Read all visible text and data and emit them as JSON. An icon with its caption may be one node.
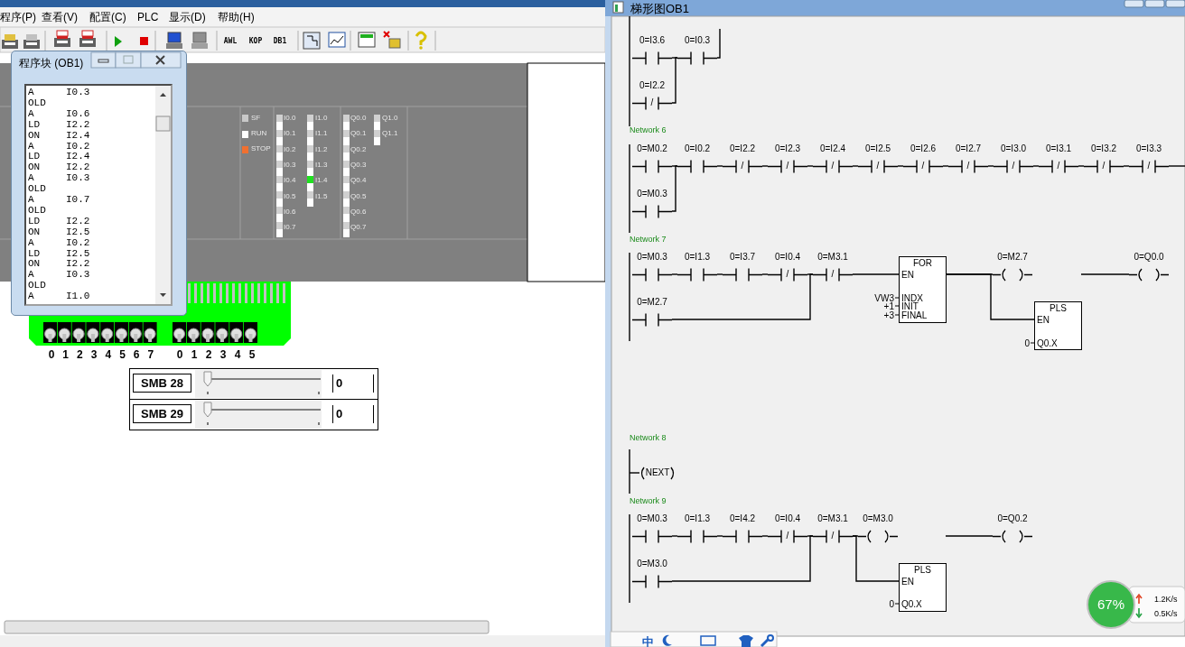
{
  "diagram": {
    "nodes": [
      {
        "text": [
          "0=I3.6"
        ]
      },
      {
        "text": [
          "0=I0.3"
        ]
      },
      {
        "text": [
          "0=I2.2",
          "/"
        ]
      },
      {
        "text": [
          "0=M0.2"
        ]
      },
      {
        "text": [
          "0=I0.2"
        ]
      },
      {
        "text": [
          "0=I2.2",
          "/"
        ]
      },
      {
        "text": [
          "0=I2.3",
          "/"
        ]
      },
      {
        "text": [
          "0=I2.4",
          "/"
        ]
      },
      {
        "text": [
          "0=I2.5",
          "/"
        ]
      },
      {
        "text": [
          "0=I2.6",
          "/"
        ]
      },
      {
        "text": [
          "0=I2.7",
          "/"
        ]
      },
      {
        "text": [
          "0=I3.0",
          "/"
        ]
      },
      {
        "text": [
          "0=I3.1",
          "/"
        ]
      },
      {
        "text": [
          "0=I3.2",
          "/"
        ]
      },
      {
        "text": [
          "0=I3.3",
          "/"
        ]
      },
      {
        "text": [
          "0=M0.3"
        ]
      },
      {
        "text": [
          "0=M0.3"
        ]
      },
      {
        "text": [
          "0=I1.3"
        ]
      },
      {
        "text": [
          "0=I3.7"
        ]
      },
      {
        "text": [
          "0=I0.4",
          "/"
        ]
      },
      {
        "text": [
          "0=M3.1",
          "/"
        ]
      },
      {
        "text": [
          "0=M2.7"
        ]
      },
      {
        "text": [
          "FOR",
          "EN",
          "INDX",
          "INIT",
          "FINAL"
        ],
        "beside": [
          "VW3",
          "+1",
          "+3"
        ]
      },
      {
        "text": [
          "0=M2.7"
        ]
      },
      {
        "text": [
          "PLS",
          "EN",
          "Q0.X"
        ],
        "beside": [
          "0"
        ]
      },
      {
        "text": [
          "0=Q0.0"
        ]
      },
      {
        "text": [
          "NEXT"
        ]
      },
      {
        "text": [
          "0=M0.3"
        ]
      },
      {
        "text": [
          "0=I1.3"
        ]
      },
      {
        "text": [
          "0=I4.2"
        ]
      },
      {
        "text": [
          "0=I0.4",
          "/"
        ]
      },
      {
        "text": [
          "0=M3.1",
          "/"
        ]
      },
      {
        "text": [
          "0=M3.0"
        ]
      },
      {
        "text": [
          "0=M3.0"
        ]
      },
      {
        "text": [
          "PLS",
          "EN",
          "Q0.X"
        ],
        "beside": [
          "0"
        ]
      },
      {
        "text": [
          "0=Q0.2"
        ]
      }
    ],
    "edges": [
      {
        "from": 0,
        "to": 1,
        "arrow": "none"
      },
      {
        "from": 2,
        "to": 1,
        "arrow": "none"
      },
      {
        "from": 1,
        "to": null,
        "arrow": "none"
      },
      {
        "from": 3,
        "to": 4,
        "arrow": "none"
      },
      {
        "from": 4,
        "to": 5,
        "arrow": "none"
      },
      {
        "from": 5,
        "to": 6,
        "arrow": "none"
      },
      {
        "from": 6,
        "to": 7,
        "arrow": "none"
      },
      {
        "from": 7,
        "to": 8,
        "arrow": "none"
      },
      {
        "from": 8,
        "to": 9,
        "arrow": "none"
      },
      {
        "from": 9,
        "to": 10,
        "arrow": "none"
      },
      {
        "from": 10,
        "to": 11,
        "arrow": "none"
      },
      {
        "from": 11,
        "to": 12,
        "arrow": "none"
      },
      {
        "from": 12,
        "to": 13,
        "arrow": "none"
      },
      {
        "from": 13,
        "to": 14,
        "arrow": "none"
      },
      {
        "from": 15,
        "to": 4,
        "arrow": "none"
      },
      {
        "from": 14,
        "to": null,
        "arrow": "none"
      },
      {
        "from": 16,
        "to": 17,
        "arrow": "none"
      },
      {
        "from": 17,
        "to": 18,
        "arrow": "none"
      },
      {
        "from": 18,
        "to": 19,
        "arrow": "none"
      },
      {
        "from": 19,
        "to": 20,
        "arrow": "none"
      },
      {
        "from": 21,
        "to": 20,
        "arrow": "none"
      },
      {
        "from": 20,
        "to": 22,
        "arrow": "none"
      },
      {
        "from": 22,
        "to": 23,
        "arrow": "none"
      },
      {
        "from": 22,
        "to": 24,
        "arrow": "none"
      },
      {
        "from": null,
        "to": 25,
        "arrow": "none"
      },
      {
        "from": null,
        "to": 26,
        "arrow": "none"
      },
      {
        "from": 27,
        "to": 28,
        "arrow": "none"
      },
      {
        "from": 28,
        "to": 29,
        "arrow": "none"
      },
      {
        "from": 29,
        "to": 30,
        "arrow": "none"
      },
      {
        "from": 30,
        "to": 31,
        "arrow": "none"
      },
      {
        "from": 32,
        "to": 31,
        "arrow": "none"
      },
      {
        "from": 31,
        "to": 33,
        "arrow": "none"
      },
      {
        "from": 31,
        "to": 34,
        "arrow": "none"
      },
      {
        "from": null,
        "to": 35,
        "arrow": "none"
      }
    ],
    "labels": [
      "程序(P)",
      "查看(V)",
      "配置(C)",
      "PLC",
      "显示(D)",
      "帮助(H)",
      "AWL",
      "KOP",
      "DB1",
      "程序块 (OB1)",
      "A",
      "I0.3",
      "OLD",
      "A",
      "I0.6",
      "LD",
      "I2.2",
      "ON",
      "I2.4",
      "A",
      "I0.2",
      "LD",
      "I2.4",
      "ON",
      "I2.2",
      "A",
      "I0.3",
      "OLD",
      "A",
      "I0.7",
      "OLD",
      "LD",
      "I2.2",
      "ON",
      "I2.5",
      "A",
      "I0.2",
      "LD",
      "I2.5",
      "ON",
      "I2.2",
      "A",
      "I0.3",
      "OLD",
      "A",
      "I1.0",
      "SF",
      "RUN",
      "STOP",
      "I0.0",
      "I0.1",
      "I0.2",
      "I0.3",
      "I0.4",
      "I0.5",
      "I0.6",
      "I0.7",
      "I1.0",
      "I1.1",
      "I1.2",
      "I1.3",
      "I1.4",
      "I1.5",
      "Q0.0",
      "Q0.1",
      "Q0.2",
      "Q0.3",
      "Q0.4",
      "Q0.5",
      "Q0.6",
      "Q0.7",
      "Q1.0",
      "Q1.1",
      "0",
      "1",
      "2",
      "3",
      "4",
      "5",
      "6",
      "7",
      "0",
      "1",
      "2",
      "3",
      "4",
      "5",
      "SMB 28",
      "0",
      "SMB 29",
      "0",
      "梯形图OB1",
      "Network 6",
      "Network 7",
      "Network 8",
      "Network 9",
      "67%",
      "1.2K/s",
      "0.5K/s",
      "中"
    ]
  }
}
